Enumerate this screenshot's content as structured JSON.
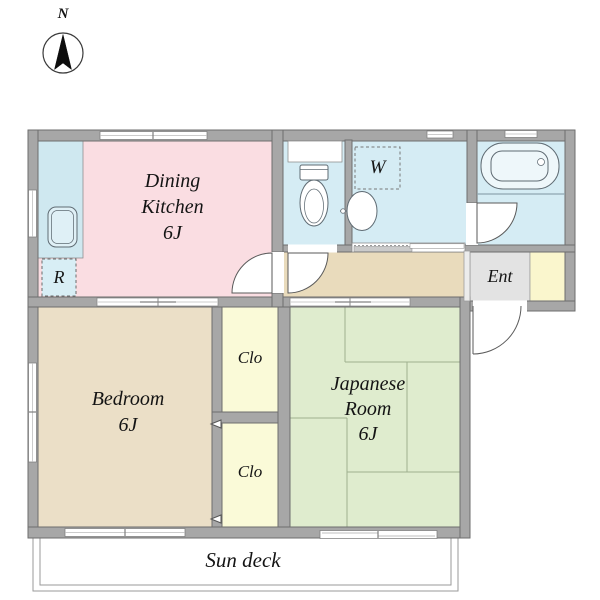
{
  "compass": {
    "label": "N"
  },
  "rooms": {
    "dining_kitchen": {
      "lines": [
        "Dining",
        "Kitchen",
        "6J"
      ]
    },
    "bedroom": {
      "lines": [
        "Bedroom",
        "6J"
      ]
    },
    "japanese_room": {
      "lines": [
        "Japanese",
        "Room",
        "6J"
      ]
    },
    "closet_upper": {
      "label": "Clo"
    },
    "closet_lower": {
      "label": "Clo"
    },
    "entrance": {
      "label": "Ent"
    },
    "sun_deck": {
      "label": "Sun deck"
    }
  },
  "fixtures": {
    "refrigerator": {
      "label": "R"
    },
    "washing_machine": {
      "label": "W"
    }
  },
  "icons": {
    "compass_needle": "north-arrow",
    "kitchen_sink": "sink-icon",
    "toilet": "toilet-icon",
    "washbasin": "washbasin-icon",
    "bathtub": "bathtub-icon",
    "closet_door_marker": "door-swing-marker"
  },
  "colors": {
    "wall": "#a7a7a7",
    "dining_kitchen": "#fadde2",
    "water_area": "#d5ecf4",
    "hallway": "#e9dbbc",
    "bedroom": "#ebdfc7",
    "japanese_room": "#dfecce",
    "closet": "#fafad8",
    "entrance_floor": "#e3e3e3",
    "entrance_step": "#faf6cd",
    "sun_deck": "#ffffff",
    "tatami_line": "#9fb08f"
  }
}
